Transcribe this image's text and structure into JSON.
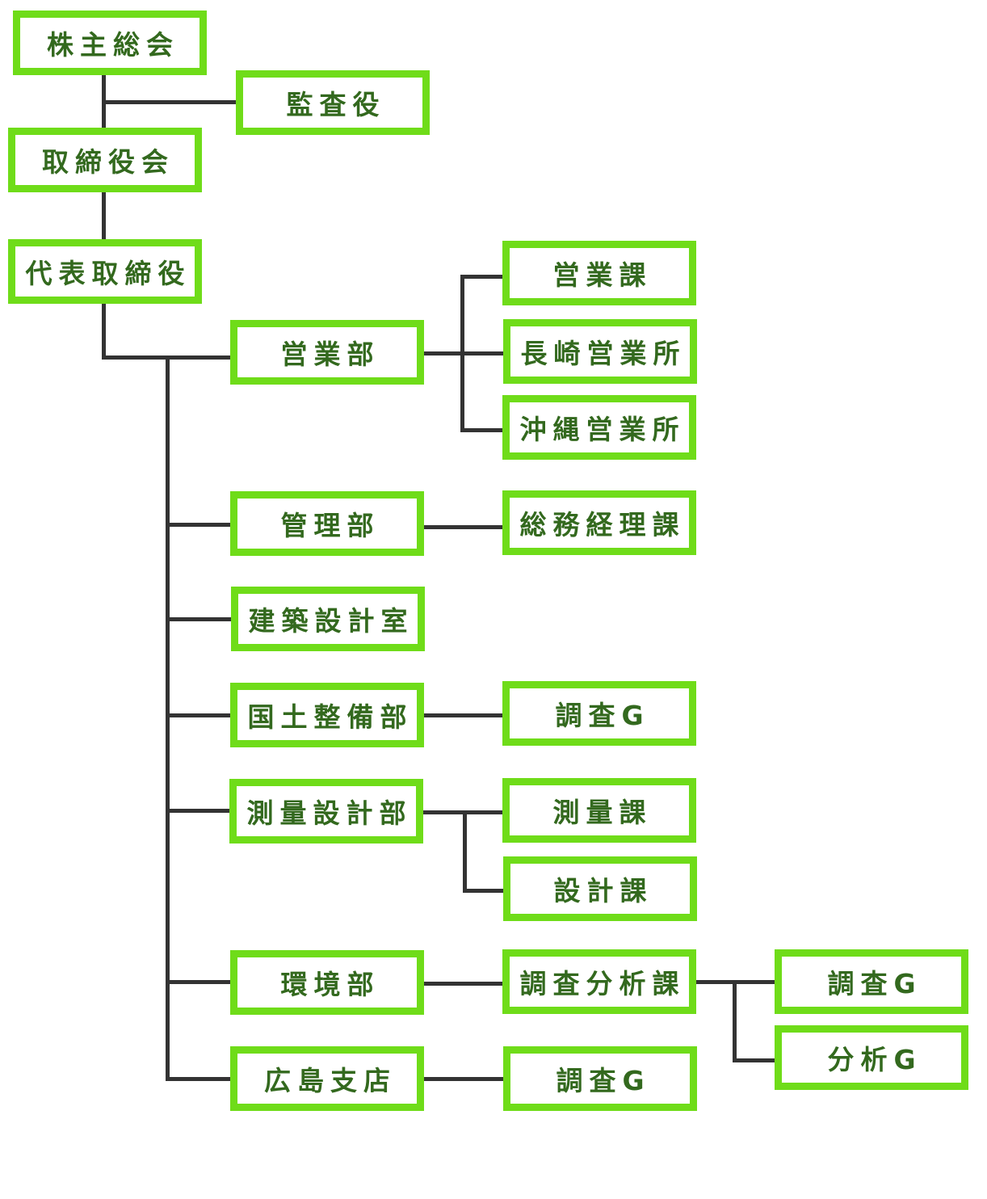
{
  "colors": {
    "box_border": "#6fdc19",
    "box_text": "#33691e",
    "connector": "#333333",
    "background": "#ffffff"
  },
  "org_chart": {
    "shareholders_meeting": "株主総会",
    "auditor": "監査役",
    "board_of_directors": "取締役会",
    "representative_director": "代表取締役",
    "sales_dept": {
      "label": "営業部",
      "children": [
        "営業課",
        "長崎営業所",
        "沖縄営業所"
      ]
    },
    "admin_dept": {
      "label": "管理部",
      "children": [
        "総務経理課"
      ]
    },
    "architecture_office": {
      "label": "建築設計室"
    },
    "land_dev_dept": {
      "label": "国土整備部",
      "children": [
        "調査G"
      ]
    },
    "survey_design_dept": {
      "label": "測量設計部",
      "children": [
        "測量課",
        "設計課"
      ]
    },
    "environment_dept": {
      "label": "環境部",
      "children": [
        {
          "label": "調査分析課",
          "children": [
            "調査G",
            "分析G"
          ]
        }
      ]
    },
    "hiroshima_branch": {
      "label": "広島支店",
      "children": [
        "調査G"
      ]
    }
  }
}
